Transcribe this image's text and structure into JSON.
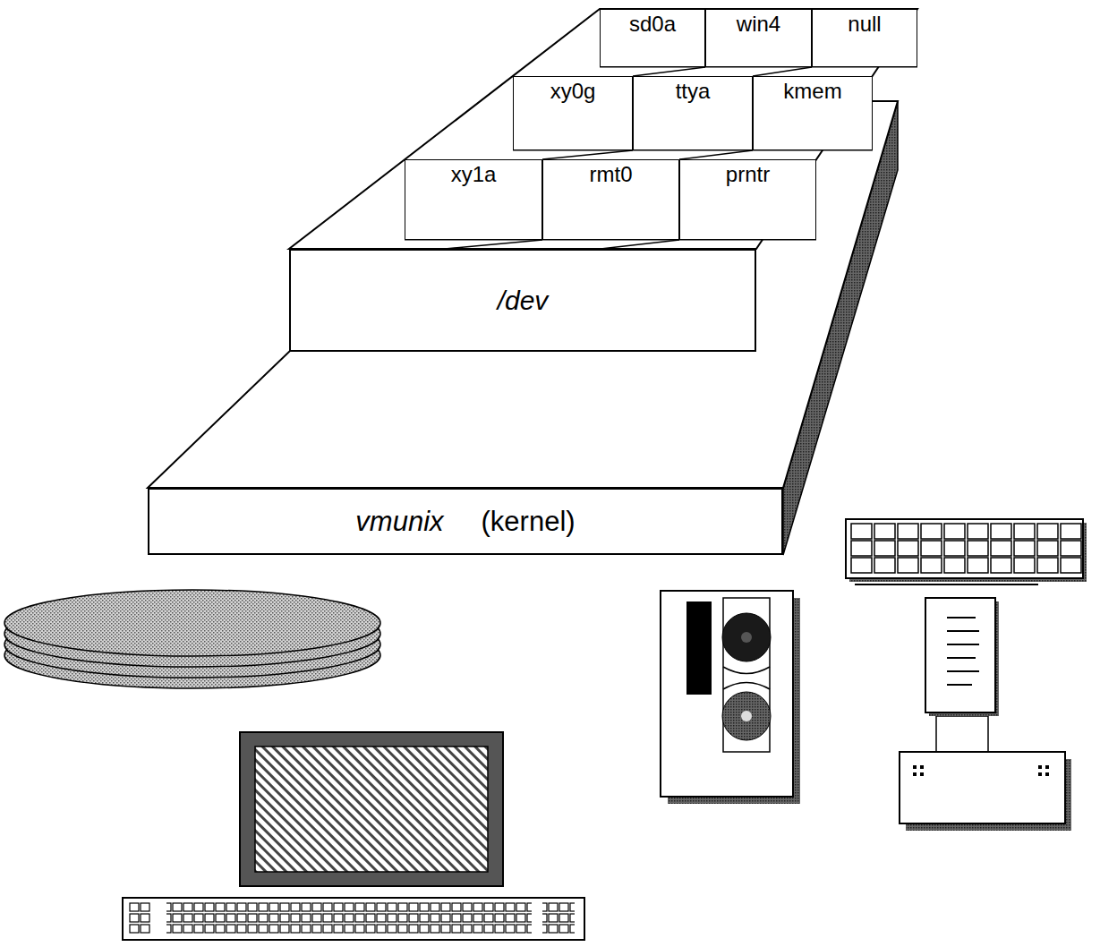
{
  "diagram": {
    "nodes": [
      {
        "text": [
          "/dev"
        ]
      },
      {
        "text": [
          "sd0a"
        ],
        "in": 0
      },
      {
        "text": [
          "win4"
        ],
        "in": 0
      },
      {
        "text": [
          "null"
        ],
        "in": 0
      },
      {
        "text": [
          "xy0g"
        ],
        "in": 0
      },
      {
        "text": [
          "ttya"
        ],
        "in": 0
      },
      {
        "text": [
          "kmem"
        ],
        "in": 0
      },
      {
        "text": [
          "xy1a"
        ],
        "in": 0
      },
      {
        "text": [
          "rmt0"
        ],
        "in": 0
      },
      {
        "text": [
          "prntr"
        ],
        "in": 0
      },
      {
        "text": [
          "vmunix",
          "(kernel)"
        ]
      }
    ]
  }
}
